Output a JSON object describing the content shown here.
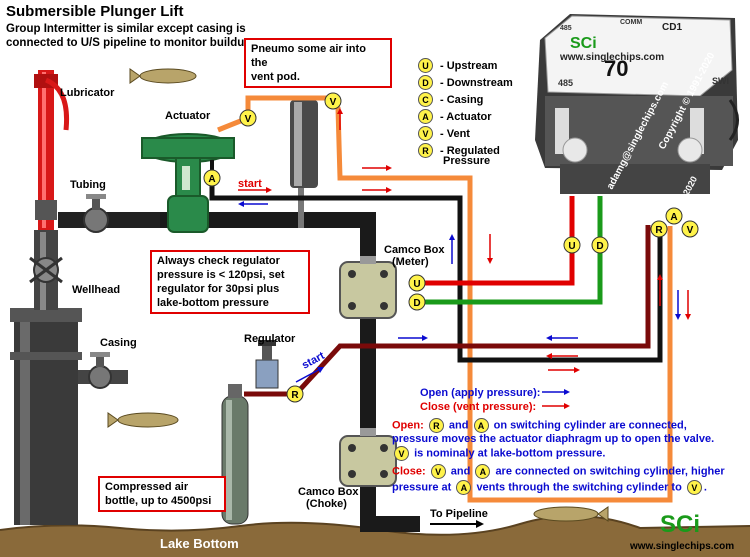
{
  "title": "Submersible Plunger Lift",
  "subtitle_line1": "Group Intermitter is similar except casing is",
  "subtitle_line2": "connected to U/S pipeline to monitor buildup",
  "labels": {
    "lubricator": "Lubricator",
    "tubing": "Tubing",
    "wellhead": "Wellhead",
    "casing": "Casing",
    "actuator": "Actuator",
    "vent_pod": "Vent Pod",
    "regulator": "Regulator",
    "camco_meter_1": "Camco Box",
    "camco_meter_2": "(Meter)",
    "camco_choke_1": "Camco Box",
    "camco_choke_2": "(Choke)",
    "to_pipeline": "To Pipeline",
    "lake_bottom": "Lake Bottom",
    "start1": "start",
    "start2": "start"
  },
  "boxes": {
    "pneumo_1": "Pneumo some air into the",
    "pneumo_2": "vent pod.",
    "check_1": "Always check regulator",
    "check_2": "pressure is < 120psi, set",
    "check_3": "regulator for 30psi plus",
    "check_4": "lake-bottom pressure",
    "air_1": "Compressed air",
    "air_2": "bottle, up to 4500psi"
  },
  "legend": [
    {
      "letter": "U",
      "text": "- Upstream"
    },
    {
      "letter": "D",
      "text": "- Downstream"
    },
    {
      "letter": "C",
      "text": "- Casing"
    },
    {
      "letter": "A",
      "text": "- Actuator"
    },
    {
      "letter": "V",
      "text": "- Vent"
    },
    {
      "letter": "R",
      "text": "- Regulated"
    }
  ],
  "legend_extra": "Pressure",
  "device": {
    "brand": "SCi",
    "url": "www.singlechips.com",
    "model": "70",
    "port_485_top": "485",
    "comm": "COMM",
    "cd1": "CD1",
    "port_485": "485",
    "swi": "SWI",
    "year": "2020",
    "copyright": "Copyright © 1991-2020",
    "email": "adamg@singlechips.com"
  },
  "node_letters": {
    "v_act": "V",
    "v_pod": "V",
    "a_act": "A",
    "u_meter": "U",
    "d_meter": "D",
    "r_reg": "R",
    "u_dev": "U",
    "d_dev": "D",
    "r_dev": "R",
    "a_dev": "A",
    "v_dev": "V"
  },
  "notes": {
    "open_legend": "Open (apply pressure):",
    "close_legend": "Close  (vent pressure):",
    "open_l1_a": "Open:",
    "open_l1_b": "and",
    "open_l1_c": "on switching cylinder are connected,",
    "open_l2": "pressure moves the actuator diaphragm up to open the valve.",
    "open_l3": "is nominaly at lake-bottom pressure.",
    "close_l1_a": "Close:",
    "close_l1_b": "and",
    "close_l1_c": "are connected on switching cylinder, higher",
    "close_l2_a": "pressure at",
    "close_l2_b": "vents through the switching cylinder to",
    "close_l2_c": "."
  },
  "footer": {
    "logo": "SCi",
    "url": "www.singlechips.com"
  },
  "colors": {
    "orange": "#f58a3a",
    "red": "#e00000",
    "green": "#1a9a1a",
    "dark_red": "#7a0a0a",
    "black": "#111111",
    "blue": "#0a0ad0",
    "yellow": "#fff34a",
    "ground": "#8a6a3a"
  }
}
